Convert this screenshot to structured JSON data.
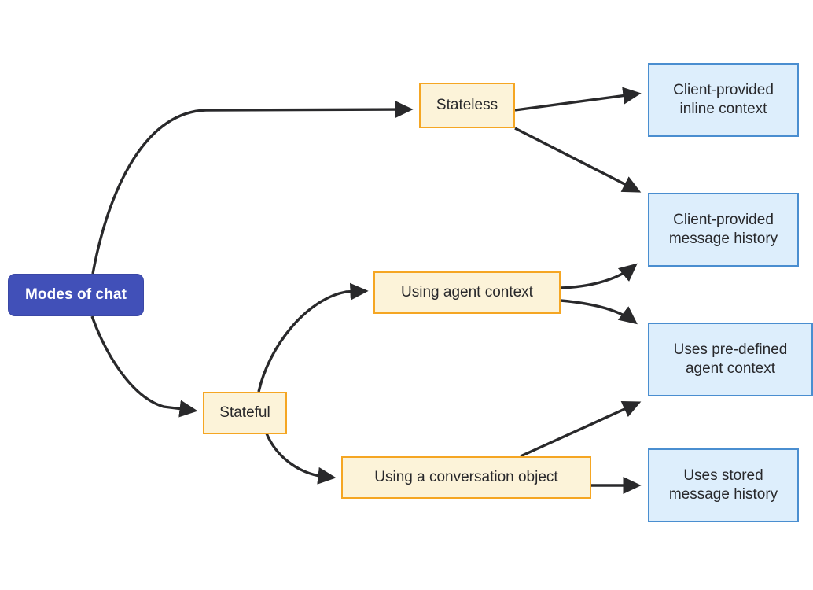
{
  "diagram": {
    "title": "Modes of chat",
    "type": "flowchart",
    "direction": "left-to-right",
    "background": "#ffffff",
    "palette": {
      "root_fill": "#4150b8",
      "root_border": "#3a47a5",
      "root_text": "#ffffff",
      "branch_fill": "#fcf3d9",
      "branch_border": "#f5a623",
      "branch_text": "#28282b",
      "leaf_fill": "#ddeefc",
      "leaf_border": "#4a8ed0",
      "leaf_text": "#28282b",
      "edge_color": "#29292b"
    },
    "nodes": {
      "root": {
        "label": "Modes of chat"
      },
      "stateless": {
        "label": "Stateless"
      },
      "stateful": {
        "label": "Stateful"
      },
      "agent_context": {
        "label": "Using agent context"
      },
      "conversation_object": {
        "label": "Using a conversation object"
      },
      "inline_context": {
        "label": "Client-provided\ninline context"
      },
      "client_history": {
        "label": "Client-provided\nmessage history"
      },
      "predefined_agent_context": {
        "label": "Uses pre-defined\nagent context"
      },
      "stored_history": {
        "label": "Uses stored\nmessage history"
      }
    },
    "edges": [
      {
        "from": "root",
        "to": "stateless"
      },
      {
        "from": "root",
        "to": "stateful"
      },
      {
        "from": "stateless",
        "to": "inline_context"
      },
      {
        "from": "stateless",
        "to": "client_history"
      },
      {
        "from": "stateful",
        "to": "agent_context"
      },
      {
        "from": "stateful",
        "to": "conversation_object"
      },
      {
        "from": "agent_context",
        "to": "client_history"
      },
      {
        "from": "agent_context",
        "to": "predefined_agent_context"
      },
      {
        "from": "conversation_object",
        "to": "predefined_agent_context"
      },
      {
        "from": "conversation_object",
        "to": "stored_history"
      }
    ]
  }
}
